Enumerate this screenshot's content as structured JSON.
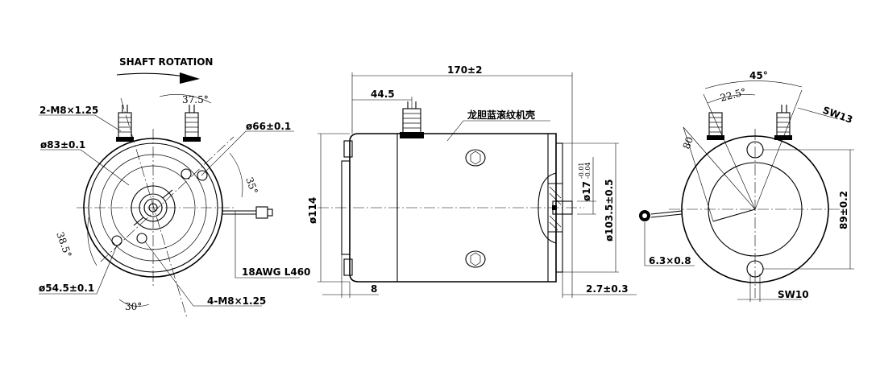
{
  "left_view": {
    "shaft_rotation": "SHAFT ROTATION",
    "terminals_top": "2-M8×1.25",
    "angle_top": "37.5°",
    "dia_66": "ø66±0.1",
    "dia_83": "ø83±0.1",
    "angle_35": "35°",
    "angle_38": "38.5°",
    "dia_54": "ø54.5±0.1",
    "angle_30": "30°",
    "holes_bottom": "4-M8×1.25",
    "wire": "18AWG L460"
  },
  "center_view": {
    "length": "170±2",
    "terminal_pos": "44.5",
    "housing_note": "龙胆蓝滚纹机壳",
    "dia_114": "ø114",
    "dia_17": "ø17",
    "tol_upper": "-0.01",
    "tol_lower": "-0.04",
    "dia_103": "ø103.5±0.5",
    "flange": "8",
    "shaft_ext": "2.7±0.3"
  },
  "right_view": {
    "angle_45": "45°",
    "angle_22": "22.5°",
    "sw13": "SW13",
    "r80": "80",
    "dim_89": "89±0.2",
    "lug": "6.3×0.8",
    "sw10": "SW10"
  }
}
